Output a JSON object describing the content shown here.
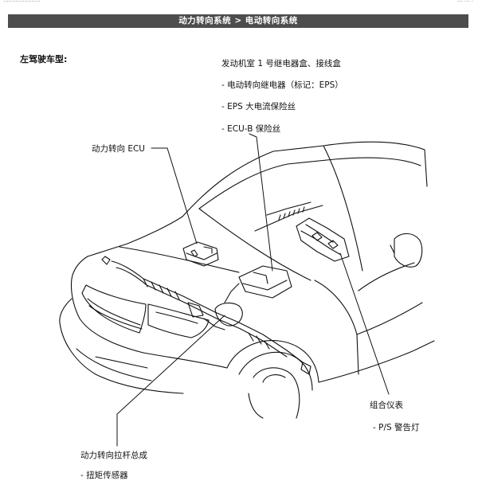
{
  "header": {
    "left_text": "·····················",
    "right_text": "··· ··· ·",
    "title": "动力转向系统 > 电动转向系统"
  },
  "section": {
    "heading": "左驾驶车型:"
  },
  "callouts": {
    "engine_room": {
      "title": "发动机室 1 号继电器盒、接线盒",
      "items": [
        "- 电动转向继电器（标记：EPS）",
        "- EPS 大电流保险丝",
        "- ECU-B 保险丝"
      ]
    },
    "ecu": "动力转向 ECU",
    "combination_meter": {
      "title": "组合仪表",
      "items": [
        "- P/S 警告灯"
      ]
    },
    "rack": {
      "title": "动力转向拉杆总成",
      "items": [
        "- 扭矩传感器"
      ]
    }
  }
}
